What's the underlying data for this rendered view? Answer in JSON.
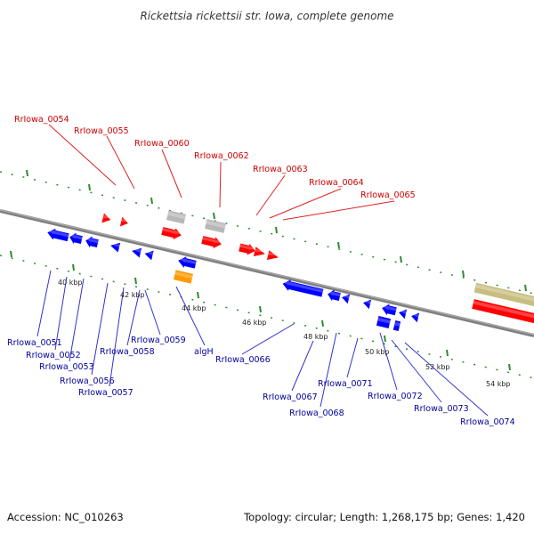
{
  "title": "Rickettsia rickettsii str. Iowa, complete genome",
  "footer": {
    "accession": "Accession: NC_010263",
    "summary": "Topology: circular; Length: 1,268,175 bp; Genes: 1,420"
  },
  "colors": {
    "forward_gene": "#ff0000",
    "reverse_gene": "#0000ff",
    "other_gene": "#ff9900",
    "grey_feature": "#b8b8b8",
    "olive_feature": "#c8bd80",
    "forward_label": "#cc0000",
    "reverse_label": "#000099",
    "tick": "#2e8b2e",
    "backbone": "#808080"
  },
  "scale_labels": [
    "40 kbp",
    "42 kbp",
    "44 kbp",
    "46 kbp",
    "48 kbp",
    "50 kbp",
    "52 kbp",
    "54 kbp"
  ],
  "forward_labels": [
    "RrIowa_0054",
    "RrIowa_0055",
    "RrIowa_0060",
    "RrIowa_0062",
    "RrIowa_0063",
    "RrIowa_0064",
    "RrIowa_0065"
  ],
  "reverse_labels": [
    "RrIowa_0051",
    "RrIowa_0052",
    "RrIowa_0053",
    "RrIowa_0056",
    "RrIowa_0057",
    "RrIowa_0058",
    "RrIowa_0059",
    "algH",
    "RrIowa_0066",
    "RrIowa_0067",
    "RrIowa_0068",
    "RrIowa_0071",
    "RrIowa_0072",
    "RrIowa_0073",
    "RrIowa_0074"
  ]
}
